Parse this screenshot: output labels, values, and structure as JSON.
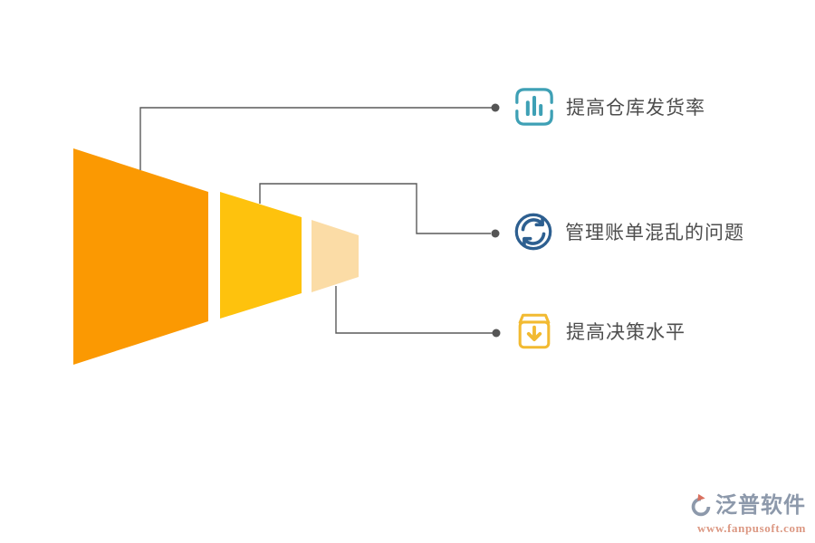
{
  "canvas": {
    "background": "#ffffff"
  },
  "funnel": {
    "segments": [
      {
        "name": "stage-1",
        "color": "#FB9902"
      },
      {
        "name": "stage-2",
        "color": "#FEC20D"
      },
      {
        "name": "stage-3",
        "color": "#FBDCA6"
      }
    ]
  },
  "connectors": {
    "line_color": "#5a5a5a",
    "dot_color": "#555555"
  },
  "items": [
    {
      "label": "提高仓库发货率",
      "icon": "bar-chart-icon",
      "icon_color": "#3EA0B5"
    },
    {
      "label": "管理账单混乱的问题",
      "icon": "sync-refresh-icon",
      "icon_color": "#2D5F90"
    },
    {
      "label": "提高决策水平",
      "icon": "box-download-icon",
      "icon_color": "#F2BA31"
    }
  ],
  "text_color": "#4d4d4d",
  "watermark": {
    "brand": "泛普软件",
    "url": "www.fanpusoft.com",
    "brand_color": "#8D99AB",
    "url_color": "#DC9883",
    "logo_color": "#8D99AB",
    "logo_accent_color": "#D9705F"
  }
}
